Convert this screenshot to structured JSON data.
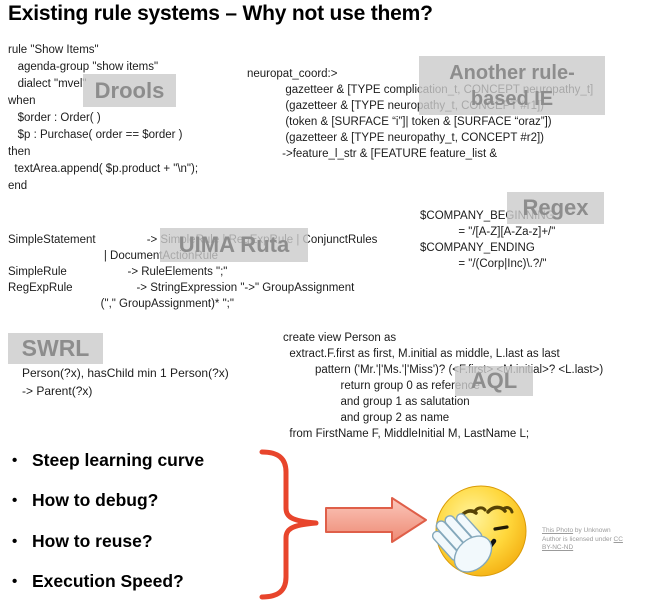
{
  "title": "Existing rule systems – Why not use them?",
  "sections": {
    "drools": {
      "label": "Drools",
      "code": "rule \"Show Items\"\n   agenda-group \"show items\"\n   dialect \"mvel\"\nwhen\n   $order : Order( )\n   $p : Purchase( order == $order )\nthen\n  textArea.append( $p.product + \"\\n\");\nend"
    },
    "another_ie": {
      "label": "Another rule-\nbased IE",
      "code": "neuropat_coord:>\n            gazetteer & [TYPE complication_t, CONCEPT neuropathy_t]\n            (gazetteer & [TYPE neuropathy_t, CONCEPT #r1])\n            (token & [SURFACE “i”]| token & [SURFACE “oraz”])\n            (gazetteer & [TYPE neuropathy_t, CONCEPT #r2])\n           ->feature_l_str & [FEATURE feature_list &"
    },
    "uima_ruta": {
      "label": "UIMA Ruta",
      "code": "SimpleStatement                -> SimpleRule | RegExpRule | ConjunctRules\n                              | DocumentActionRule\nSimpleRule                   -> RuleElements \";\"\nRegExpRule                    -> StringExpression \"->\" GroupAssignment\n                             (\",\" GroupAssignment)* \";\""
    },
    "regex": {
      "label": "Regex",
      "code": "$COMPANY_BEGINNING\n            = \"/[A-Z][A-Za-z]+/\"\n$COMPANY_ENDING\n            = \"/(Corp|Inc)\\.?/\""
    },
    "swrl": {
      "label": "SWRL",
      "code": "Person(?x), hasChild min 1 Person(?x)\n-> Parent(?x)"
    },
    "aql": {
      "label": "AQL",
      "code": "create view Person as\n  extract.F.first as first, M.initial as middle, L.last as last\n          pattern ('Mr.'|'Ms.'|'Miss')? (<F.first> <M.initial>? <L.last>)\n                  return group 0 as reference\n                  and group 1 as salutation\n                  and group 2 as name\n  from FirstName F, MiddleInitial M, LastName L;"
    }
  },
  "bullets": [
    "Steep learning curve",
    "How to debug?",
    "How to reuse?",
    "Execution Speed?"
  ],
  "bullet_char": "•",
  "attribution": {
    "link1": "This Photo",
    "middle": " by Unknown Author is licensed under ",
    "link2": "CC BY-NC-ND"
  },
  "colors": {
    "label_bg": "#cbcbcb",
    "label_text": "#8d8d8d",
    "brace_red": "#e8452c",
    "arrow_fill_light": "#fbc7bb",
    "arrow_fill_dark": "#ee8a74",
    "arrow_stroke": "#df5f49",
    "emoji_yellow": "#ffd73b"
  }
}
